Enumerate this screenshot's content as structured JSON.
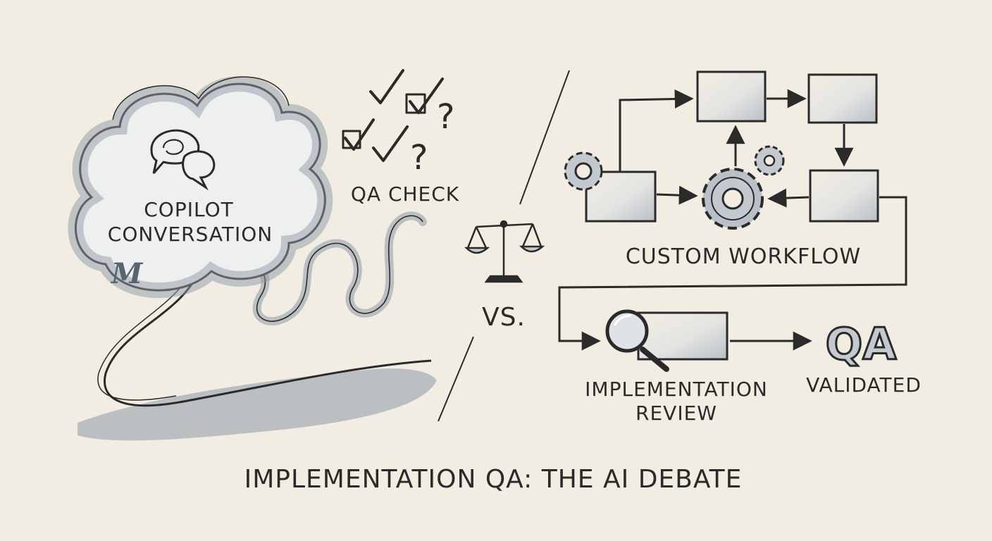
{
  "left": {
    "bubble_label_line1": "COPILOT",
    "bubble_label_line2": "CONVERSATION",
    "bubble_logo": "M",
    "qa_check_label": "QA CHECK",
    "icons": [
      "chat-bubbles-icon",
      "checkmark-icon",
      "question-mark-icon",
      "checkbox-icon"
    ]
  },
  "center": {
    "versus_label": "VS.",
    "icons": [
      "balance-scale-icon"
    ]
  },
  "right": {
    "workflow_label": "CUSTOM WORKFLOW",
    "review_label_line1": "IMPLEMENTATION",
    "review_label_line2": "REVIEW",
    "qa_badge": "QA",
    "validated_label": "VALIDATED",
    "icons": [
      "gear-icon",
      "magnifier-icon",
      "arrow-icon"
    ]
  },
  "footer": {
    "title": "IMPLEMENTATION QA: THE AI DEBATE"
  },
  "colors": {
    "paper": "#f2ede2",
    "ink": "#2a2a2a",
    "wash": "#8e99a6",
    "wash_light": "#c3c9cf"
  }
}
